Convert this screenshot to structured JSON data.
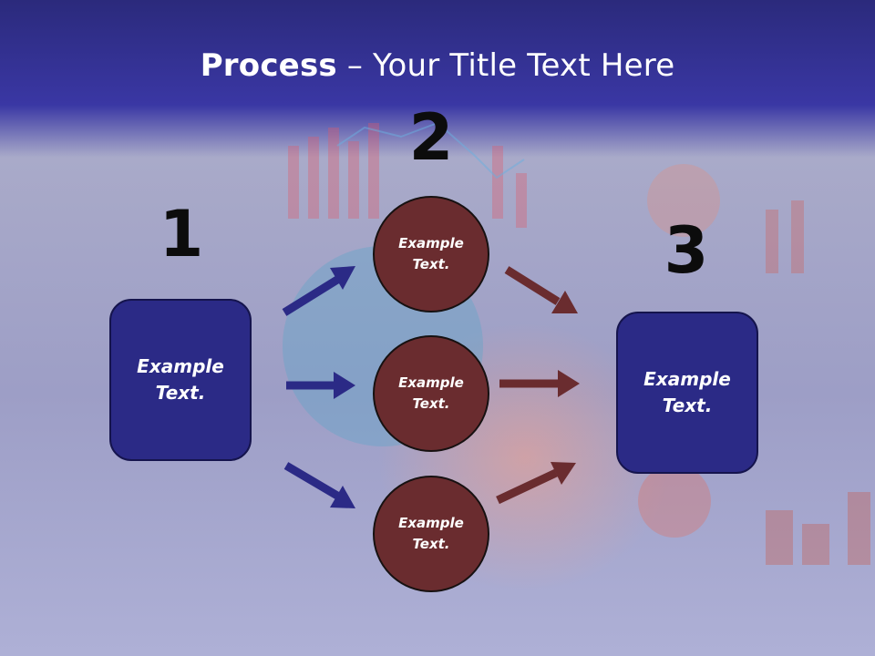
{
  "title": {
    "bold": "Process",
    "rest": " – Your Title Text Here"
  },
  "steps": [
    "1",
    "2",
    "3"
  ],
  "left_box": {
    "label": "Example\nText."
  },
  "right_box": {
    "label": "Example\nText."
  },
  "circles": [
    {
      "label": "Example\nText."
    },
    {
      "label": "Example\nText."
    },
    {
      "label": "Example\nText."
    }
  ],
  "colors": {
    "header": "#2f2c94",
    "box_fill": "#2b2a86",
    "circle_fill": "#6a2c2f",
    "arrow_blue": "#2b2a86",
    "arrow_brown": "#6a2c2f"
  }
}
